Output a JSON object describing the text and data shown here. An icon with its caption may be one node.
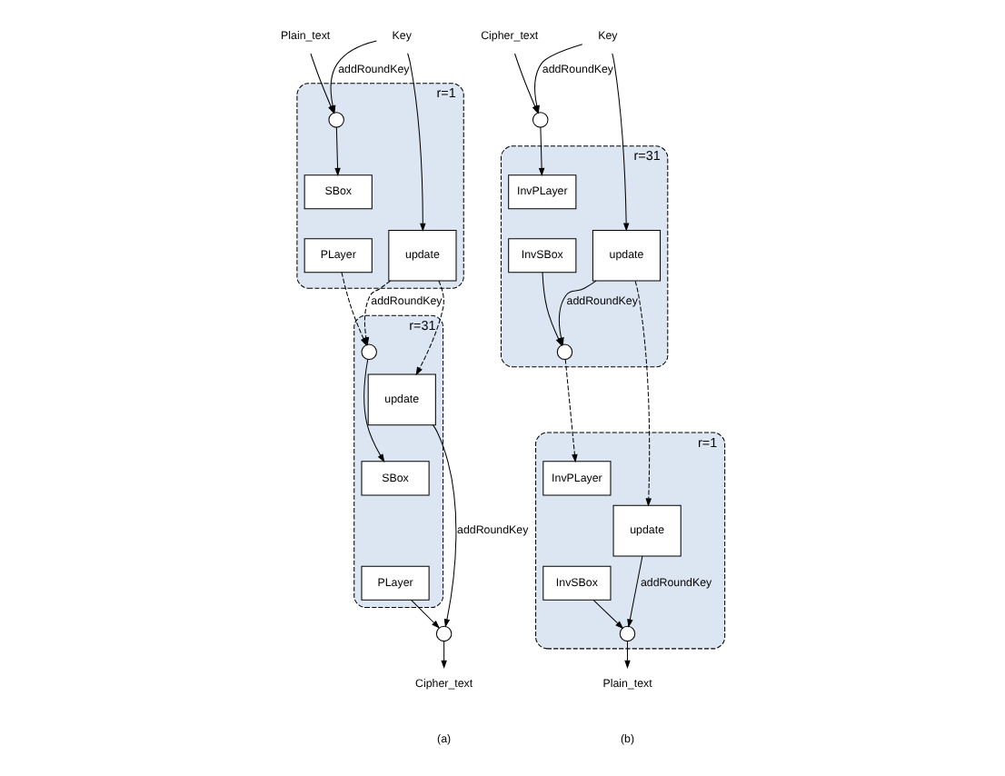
{
  "diagram": {
    "nodes": [
      {
        "text": [
          "Plain_text"
        ]
      },
      {
        "text": [
          "Key"
        ]
      },
      {
        "text": [
          "r=1"
        ]
      },
      {
        "text": [],
        "shape": "circle",
        "in": 2
      },
      {
        "text": [
          "SBox"
        ],
        "in": 2
      },
      {
        "text": [
          "PLayer"
        ],
        "in": 2
      },
      {
        "text": [
          "update"
        ],
        "in": 2
      },
      {
        "text": [
          "r=31"
        ]
      },
      {
        "text": [],
        "shape": "circle",
        "in": 7
      },
      {
        "text": [
          "SBox"
        ],
        "in": 7
      },
      {
        "text": [
          "PLayer"
        ],
        "in": 7
      },
      {
        "text": [
          "update"
        ],
        "in": 7
      },
      {
        "text": [],
        "shape": "circle"
      },
      {
        "text": [
          "Cipher_text"
        ]
      },
      {
        "text": [
          "Cipher_text"
        ]
      },
      {
        "text": [
          "Key"
        ]
      },
      {
        "text": [],
        "shape": "circle"
      },
      {
        "text": [
          "r=31"
        ]
      },
      {
        "text": [
          "InvPLayer"
        ],
        "in": 17
      },
      {
        "text": [
          "InvSBox"
        ],
        "in": 17
      },
      {
        "text": [
          "update"
        ],
        "in": 17
      },
      {
        "text": [],
        "shape": "circle",
        "in": 17
      },
      {
        "text": [
          "r=1"
        ]
      },
      {
        "text": [
          "InvPLayer"
        ],
        "in": 22
      },
      {
        "text": [
          "InvSBox"
        ],
        "in": 22
      },
      {
        "text": [
          "update"
        ],
        "in": 22
      },
      {
        "text": [],
        "shape": "circle",
        "in": 22
      },
      {
        "text": [
          "Plain_text"
        ]
      }
    ],
    "edges": [
      {
        "from": 0,
        "to": 3,
        "arrow": "to"
      },
      {
        "from": 1,
        "to": 3,
        "arrow": "to",
        "label": "addRoundKey"
      },
      {
        "from": 1,
        "to": 6,
        "arrow": "to"
      },
      {
        "from": 3,
        "to": 4,
        "arrow": "to"
      },
      {
        "from": 5,
        "to": 8,
        "arrow": "to",
        "style": "dashed"
      },
      {
        "from": 6,
        "to": 8,
        "arrow": "to",
        "style": "dashed",
        "label": "addRoundKey"
      },
      {
        "from": 6,
        "to": 11,
        "arrow": "to",
        "style": "dashed"
      },
      {
        "from": 8,
        "to": 9,
        "arrow": "to"
      },
      {
        "from": 10,
        "to": 12,
        "arrow": "to"
      },
      {
        "from": 11,
        "to": 12,
        "arrow": "to",
        "label": "addRoundKey"
      },
      {
        "from": 12,
        "to": 13,
        "arrow": "to"
      },
      {
        "from": 14,
        "to": 16,
        "arrow": "to"
      },
      {
        "from": 15,
        "to": 16,
        "arrow": "to",
        "label": "addRoundKey"
      },
      {
        "from": 15,
        "to": 20,
        "arrow": "to"
      },
      {
        "from": 16,
        "to": 18,
        "arrow": "to"
      },
      {
        "from": 19,
        "to": 21,
        "arrow": "to"
      },
      {
        "from": 20,
        "to": 21,
        "arrow": "to",
        "label": "addRoundKey"
      },
      {
        "from": 21,
        "to": 23,
        "arrow": "to",
        "style": "dashed"
      },
      {
        "from": 20,
        "to": 25,
        "arrow": "to",
        "style": "dashed"
      },
      {
        "from": 24,
        "to": 26,
        "arrow": "to"
      },
      {
        "from": 25,
        "to": 26,
        "arrow": "to",
        "label": "addRoundKey"
      },
      {
        "from": 26,
        "to": 27,
        "arrow": "to"
      }
    ],
    "labels": [
      "(a)",
      "(b)"
    ]
  }
}
